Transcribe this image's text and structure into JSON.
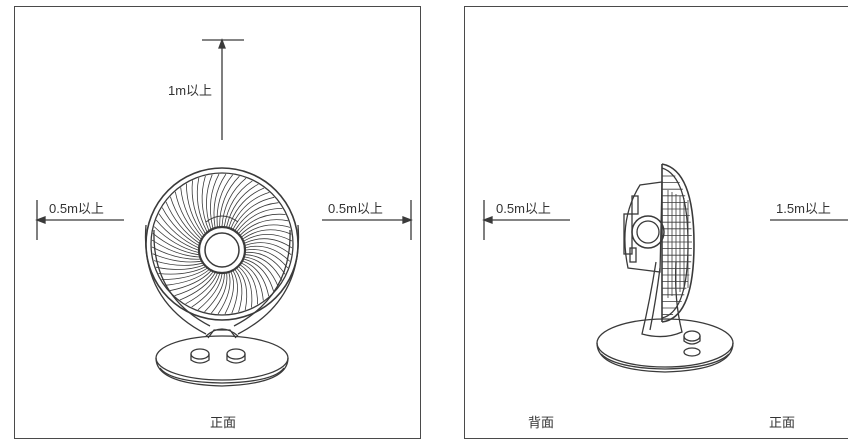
{
  "front_panel": {
    "clearance_top": "1m以上",
    "clearance_left": "0.5m以上",
    "clearance_right": "0.5m以上",
    "view_label": "正面"
  },
  "side_panel": {
    "clearance_back": "0.5m以上",
    "clearance_front": "1.5m以上",
    "back_label": "背面",
    "front_label": "正面"
  }
}
